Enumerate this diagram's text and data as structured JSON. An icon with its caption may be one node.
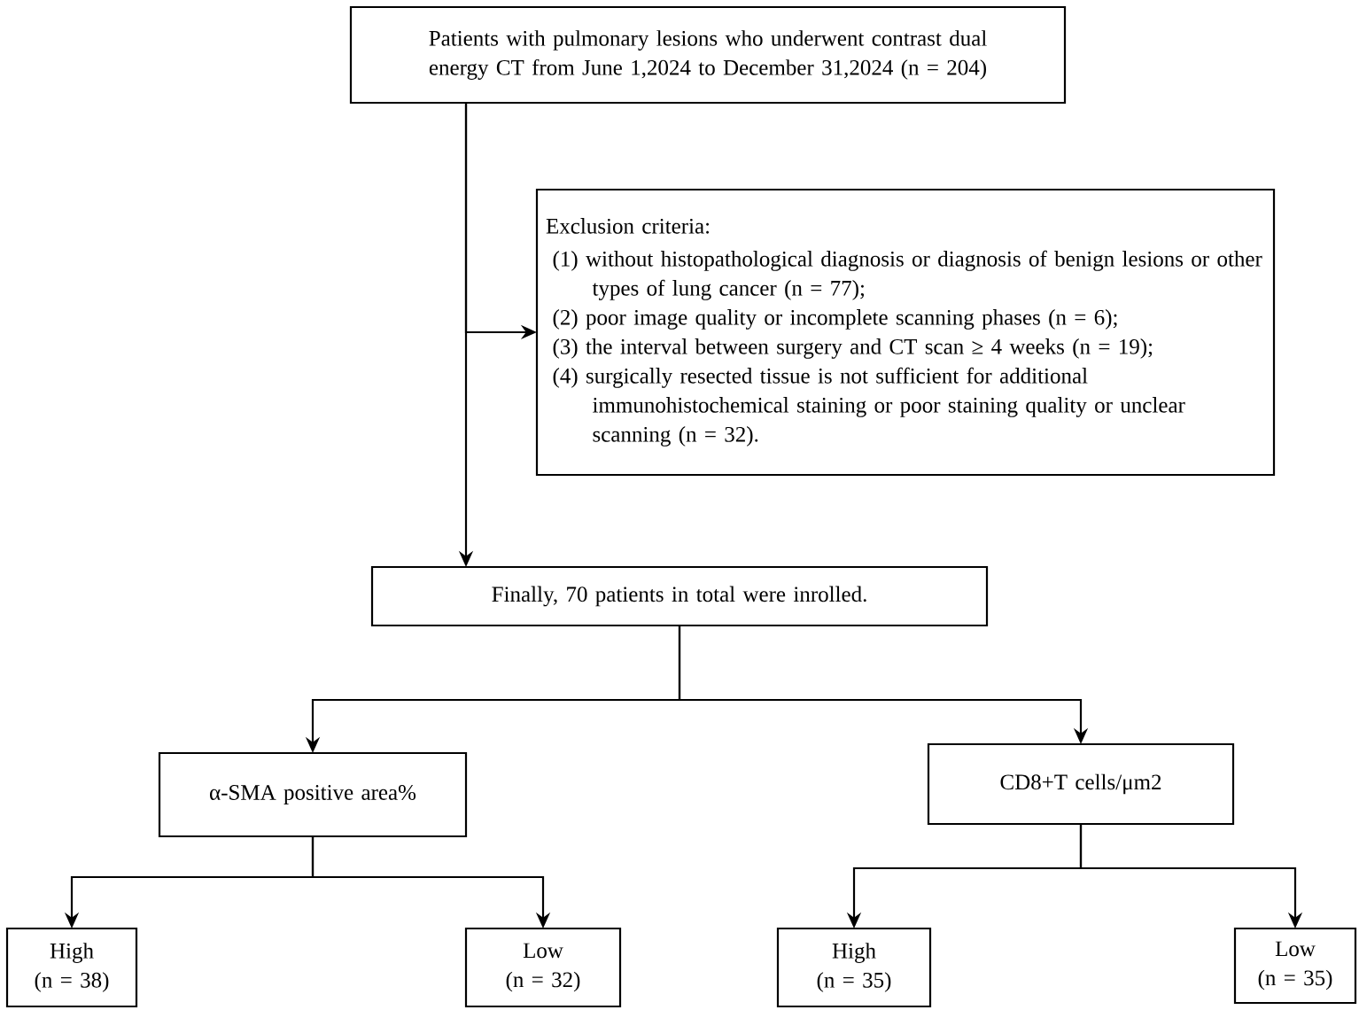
{
  "diagram": {
    "nodes": [
      {
        "text": [
          "Patients with pulmonary lesions who underwent contrast dual energy CT from June 1,2024 to December 31,2024 (n = 204)"
        ]
      },
      {
        "text": [
          "Exclusion criteria:",
          "(1) without histopathological diagnosis or diagnosis of benign lesions or other types of lung cancer (n = 77);",
          "(2) poor image quality or incomplete scanning phases (n = 6);",
          "(3) the interval between surgery and CT scan ≥ 4 weeks (n = 19);",
          "(4) surgically resected tissue is not sufficient for additional immunohistochemical staining or poor staining quality or unclear scanning (n = 32)."
        ]
      },
      {
        "text": [
          "Finally, 70 patients in total were inrolled."
        ]
      },
      {
        "text": [
          "α-SMA positive area%"
        ]
      },
      {
        "text": [
          "CD8+T cells/μm2"
        ]
      },
      {
        "text": [
          "High",
          "(n = 38)"
        ]
      },
      {
        "text": [
          "Low",
          "(n = 32)"
        ]
      },
      {
        "text": [
          "High",
          "(n = 35)"
        ]
      },
      {
        "text": [
          "Low",
          "(n = 35)"
        ]
      }
    ],
    "edges": [
      {
        "from": 0,
        "to": 1,
        "arrow": "to"
      },
      {
        "from": 0,
        "to": 2,
        "arrow": "to"
      },
      {
        "from": 2,
        "to": 3,
        "arrow": "to"
      },
      {
        "from": 2,
        "to": 4,
        "arrow": "to"
      },
      {
        "from": 3,
        "to": 5,
        "arrow": "to"
      },
      {
        "from": 3,
        "to": 6,
        "arrow": "to"
      },
      {
        "from": 4,
        "to": 7,
        "arrow": "to"
      },
      {
        "from": 4,
        "to": 8,
        "arrow": "to"
      }
    ]
  }
}
